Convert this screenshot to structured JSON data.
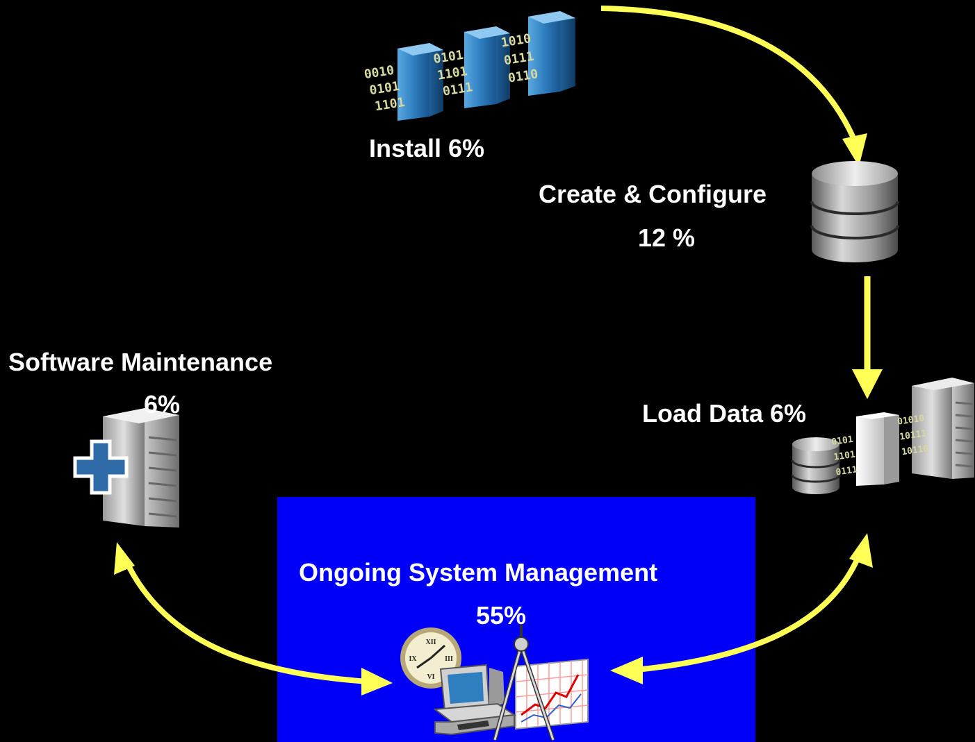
{
  "stages": {
    "install": {
      "label": "Install 6%",
      "icon": "binary-columns-icon"
    },
    "create_configure": {
      "label": "Create & Configure",
      "percent": "12 %",
      "icon": "database-icon"
    },
    "load_data": {
      "label": "Load Data 6%",
      "icon": "data-load-icon"
    },
    "ongoing_management": {
      "label": "Ongoing System Management",
      "percent": "55%",
      "icon": "system-management-icon"
    },
    "software_maintenance": {
      "label": "Software Maintenance",
      "percent": "6%",
      "icon": "server-plus-icon"
    }
  },
  "colors": {
    "background": "#000000",
    "arrow": "#ffff55",
    "panel": "#0000f8",
    "text": "#ffffff",
    "column": "#2f7fc0"
  },
  "icon_text": {
    "col1": [
      "0010",
      "0101",
      "1101"
    ],
    "col2": [
      "0101",
      "1101",
      "0111"
    ],
    "col3": [
      "1010",
      "0111",
      "0110"
    ],
    "load_small": [
      "0101",
      "1101",
      "0111"
    ],
    "load_big": [
      "01010",
      "10111",
      "10110"
    ],
    "clock_numerals": [
      "XII",
      "III",
      "VI",
      "IX"
    ]
  }
}
